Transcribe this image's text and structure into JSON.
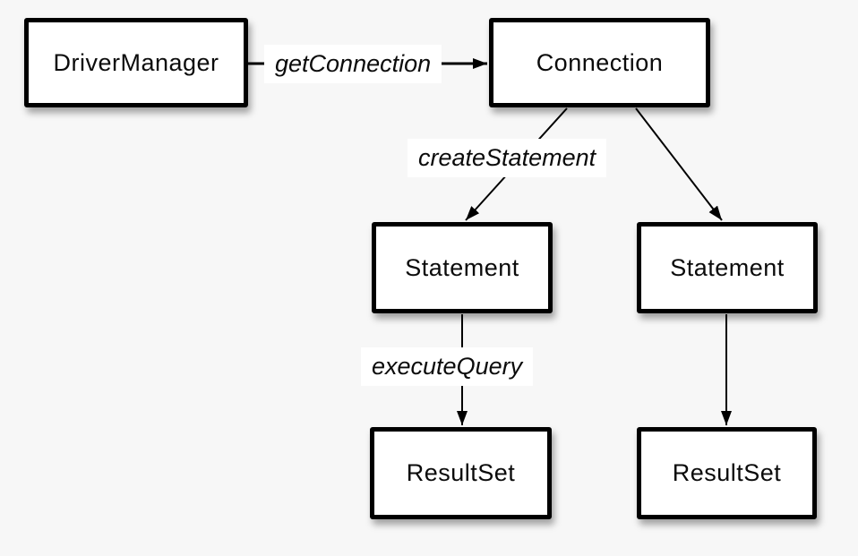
{
  "diagram": {
    "background_color": "#f7f7f7",
    "node_fill_color": "#ffffff",
    "node_border_color": "#000000",
    "edge_line_color": "#000000",
    "nodes": [
      {
        "id": "drivermanager",
        "label": "DriverManager"
      },
      {
        "id": "connection",
        "label": "Connection"
      },
      {
        "id": "statement-left",
        "label": "Statement"
      },
      {
        "id": "statement-right",
        "label": "Statement"
      },
      {
        "id": "resultset-left",
        "label": "ResultSet"
      },
      {
        "id": "resultset-right",
        "label": "ResultSet"
      }
    ],
    "edges": [
      {
        "from": "drivermanager",
        "to": "connection",
        "label": "getConnection"
      },
      {
        "from": "connection",
        "to": "statement-left",
        "label": "createStatement"
      },
      {
        "from": "connection",
        "to": "statement-right",
        "label": ""
      },
      {
        "from": "statement-left",
        "to": "resultset-left",
        "label": "executeQuery"
      },
      {
        "from": "statement-right",
        "to": "resultset-right",
        "label": ""
      }
    ]
  }
}
